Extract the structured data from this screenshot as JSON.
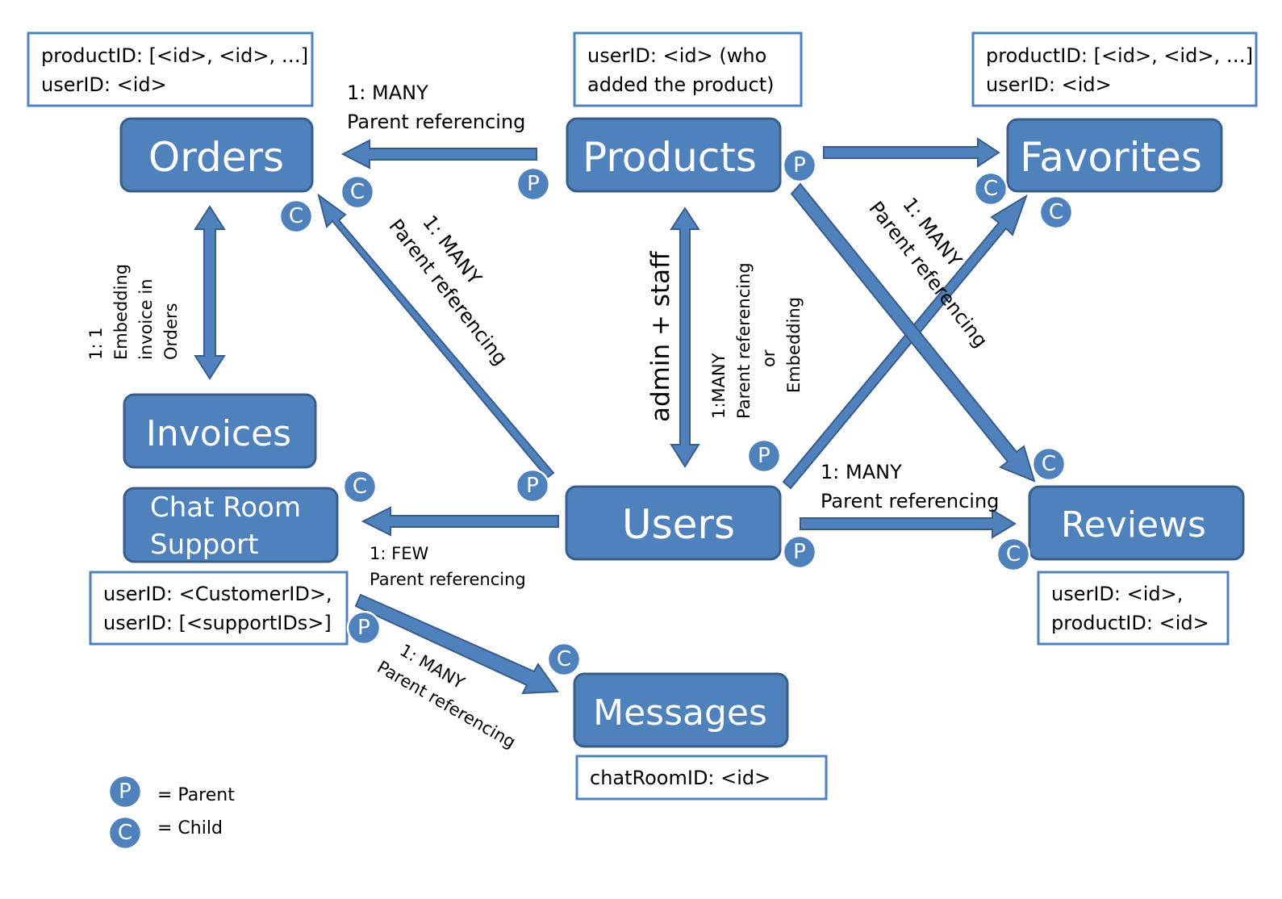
{
  "entities": {
    "orders": "Orders",
    "products": "Products",
    "favorites": "Favorites",
    "invoices": "Invoices",
    "chat_room_line1": "Chat Room",
    "chat_room_line2": "Support",
    "users": "Users",
    "reviews": "Reviews",
    "messages": "Messages"
  },
  "notes": {
    "orders": [
      "productID: [<id>, <id>, …]",
      "userID: <id>"
    ],
    "products": [
      "userID: <id> (who",
      "added the product)"
    ],
    "favorites": [
      "productID: [<id>, <id>, …]",
      "userID: <id>"
    ],
    "chat_room": [
      "userID: <CustomerID>,",
      "userID: [<supportIDs>]"
    ],
    "reviews": [
      "userID: <id>,",
      "productID: <id>"
    ],
    "messages": [
      "chatRoomID: <id>"
    ]
  },
  "relationships": {
    "products_orders": [
      "1: MANY",
      "Parent referencing"
    ],
    "users_orders": [
      "1: MANY",
      "Parent referencing"
    ],
    "orders_invoices": [
      "1: 1",
      "Embedding",
      "invoice in",
      "Orders"
    ],
    "users_products_role": "admin + staff",
    "users_products": [
      "1:MANY",
      "Parent referencing",
      "or",
      "Embedding"
    ],
    "products_reviews": [
      "1: MANY",
      "Parent referencing"
    ],
    "users_reviews": [
      "1: MANY",
      "Parent referencing"
    ],
    "users_chat": [
      "1: FEW",
      "Parent referencing"
    ],
    "chat_messages": [
      "1: MANY",
      "Parent referencing"
    ]
  },
  "markers": {
    "parent": "P",
    "child": "C"
  },
  "legend": {
    "parent_label": "= Parent",
    "child_label": "= Child"
  },
  "colors": {
    "entity_fill": "#4f81bd",
    "entity_border": "#385d8a",
    "note_border": "#4f81bd"
  }
}
